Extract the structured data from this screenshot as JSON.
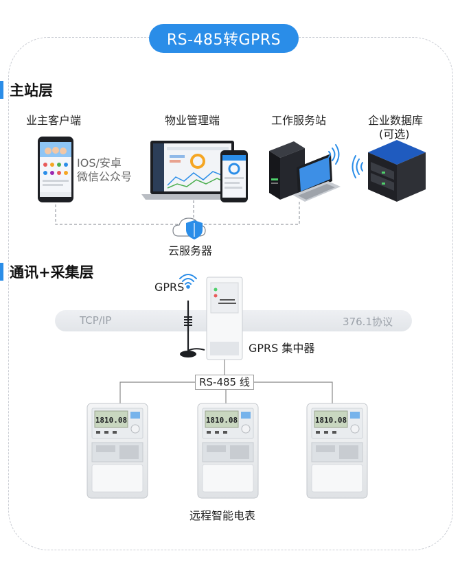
{
  "title": "RS-485转GPRS",
  "sections": {
    "master": "主站层",
    "comm": "通讯+采集层"
  },
  "master_nodes": {
    "owner_client": "业主客户端",
    "property_client": "物业管理端",
    "workstation": "工作服务站",
    "database": "企业数据库",
    "database_note": "(可选)",
    "phone_os_line1": "IOS/安卓",
    "phone_os_line2": "微信公众号",
    "cloud": "云服务器"
  },
  "comm": {
    "gprs": "GPRS",
    "tcpip": "TCP/IP",
    "protocol": "376.1协议",
    "concentrator": "GPRS 集中器",
    "rs485": "RS-485 线",
    "meters": "远程智能电表",
    "meter_display": "1810.08",
    "meter_count": 3
  },
  "colors": {
    "accent": "#2a8de8",
    "band": "#e6e8ec",
    "device_dark": "#1e1e24"
  }
}
